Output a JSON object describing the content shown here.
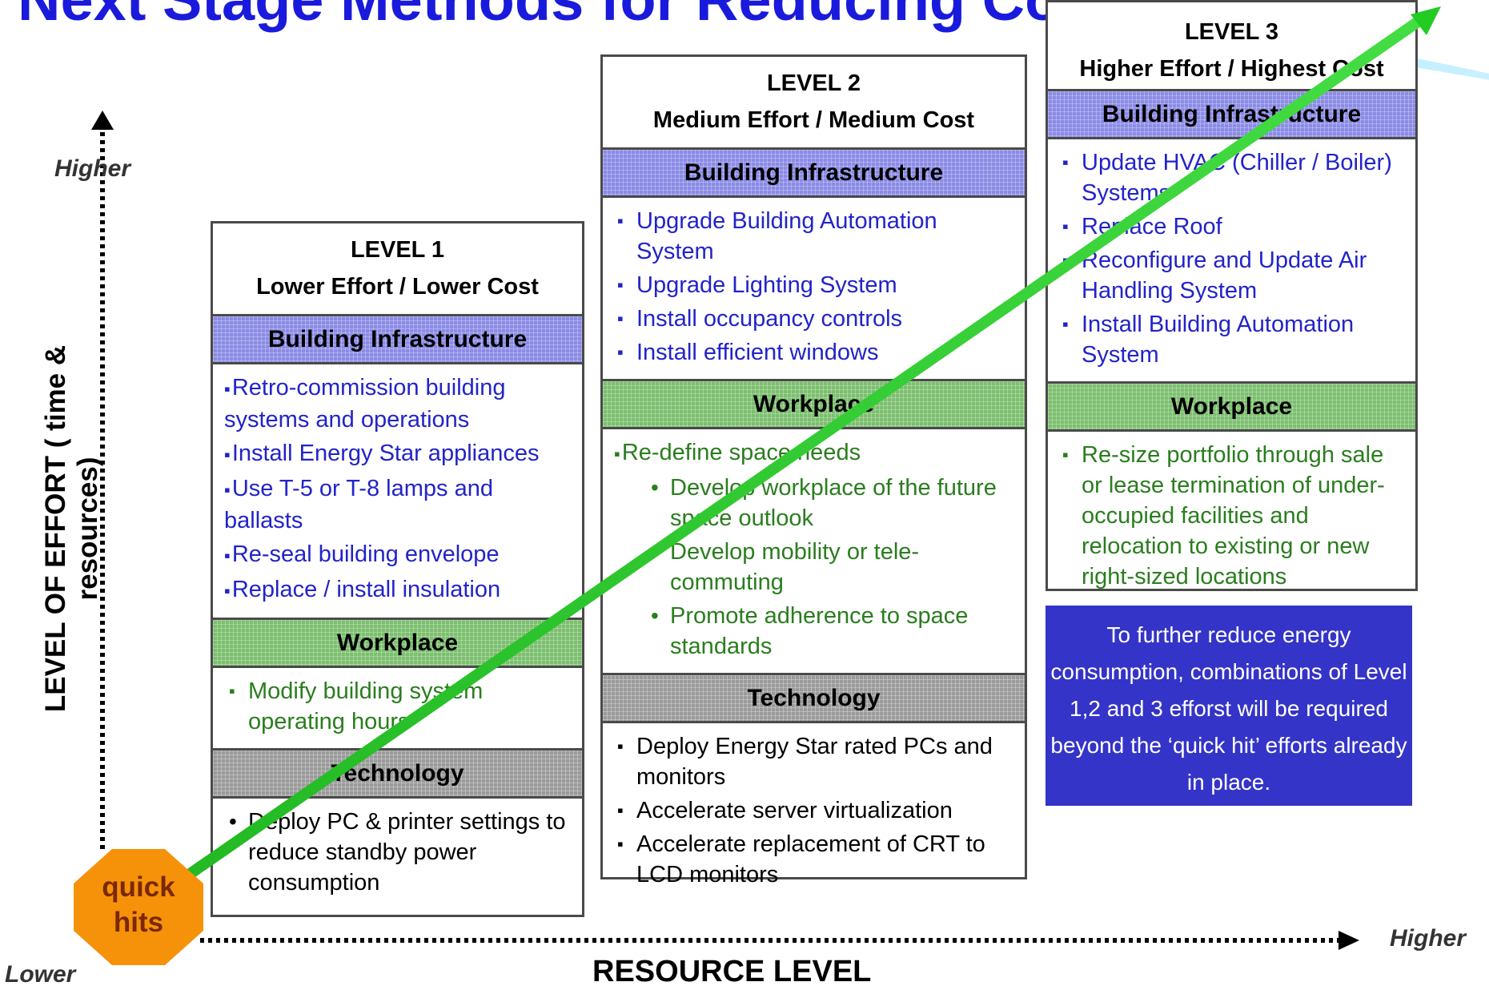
{
  "title": "Next Stage Methods for Reducing Consumption",
  "y_axis": {
    "label": "LEVEL OF EFFORT ( time & resources)",
    "high": "Higher"
  },
  "x_axis": {
    "label": "RESOURCE LEVEL",
    "low": "Lower",
    "high": "Higher"
  },
  "quick_hits": "quick hits",
  "level1": {
    "level": "LEVEL 1",
    "effort": "Lower Effort / Lower Cost",
    "building_header": "Building  Infrastructure",
    "building_items": [
      "Retro-commission building systems and operations",
      "Install Energy Star appliances",
      "Use T-5 or T-8 lamps and ballasts",
      "Re-seal building envelope",
      "Replace / install insulation"
    ],
    "workplace_header": "Workplace",
    "workplace_items": [
      "Modify building system operating hours"
    ],
    "technology_header": "Technology",
    "technology_items": [
      "Deploy PC &  printer settings to reduce standby power consumption"
    ]
  },
  "level2": {
    "level": "LEVEL 2",
    "effort": "Medium Effort / Medium Cost",
    "building_header": "Building Infrastructure",
    "building_items": [
      "Upgrade Building Automation System",
      "Upgrade Lighting System",
      "Install occupancy controls",
      "Install efficient windows"
    ],
    "workplace_header": "Workplace",
    "workplace_main": "Re-define space needs",
    "workplace_sub": [
      "Develop workplace of the future space outlook",
      "Develop mobility or tele-commuting",
      "Promote adherence to space standards"
    ],
    "technology_header": "Technology",
    "technology_items": [
      "Deploy Energy Star rated PCs and monitors",
      "Accelerate server virtualization",
      "Accelerate replacement of CRT to LCD monitors"
    ]
  },
  "level3": {
    "level": "LEVEL 3",
    "effort": "Higher Effort / Highest Cost",
    "building_header": "Building Infrastructure",
    "building_items": [
      "Update HVAC (Chiller / Boiler) Systems",
      "Replace Roof",
      "Reconfigure and Update Air Handling System",
      "Install Building Automation System"
    ],
    "workplace_header": "Workplace",
    "workplace_items": [
      "Re-size portfolio through sale or lease termination of under-occupied facilities and relocation to existing or new right-sized locations"
    ]
  },
  "note": "To further reduce energy consumption, combinations of Level 1,2 and 3 efforst will be required beyond the ‘quick hit’ efforts already in place.",
  "colors": {
    "title": "#1a1adc",
    "note_bg": "#3434c8",
    "arrow": "#22cc22",
    "quick_hits": "#f5920a"
  }
}
